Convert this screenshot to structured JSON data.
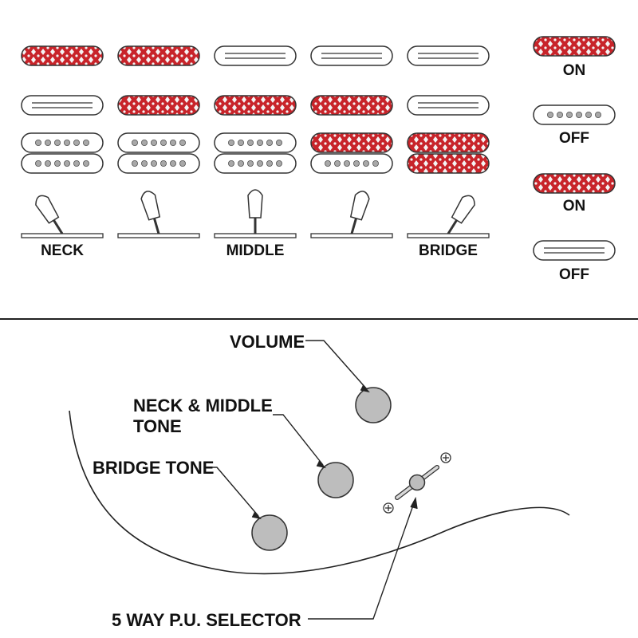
{
  "colors": {
    "on_fill": "#c8242a",
    "on_pattern": "#f4f4f4",
    "outline": "#333333",
    "knob_fill": "#bdbdbd",
    "pole_fill": "#a8a8a8",
    "line": "#222222"
  },
  "positions": [
    {
      "label": "NECK",
      "lever": "neck",
      "pickups": {
        "neck": "on",
        "middle": "off",
        "bridge": "off"
      }
    },
    {
      "label": "",
      "lever": "neck-mid",
      "pickups": {
        "neck": "on",
        "middle": "on",
        "bridge": "off"
      }
    },
    {
      "label": "MIDDLE",
      "lever": "middle",
      "pickups": {
        "neck": "off",
        "middle": "on",
        "bridge": "off"
      }
    },
    {
      "label": "",
      "lever": "mid-bridge",
      "pickups": {
        "neck": "off",
        "middle": "on",
        "bridge": "on-inner"
      }
    },
    {
      "label": "BRIDGE",
      "lever": "bridge",
      "pickups": {
        "neck": "off",
        "middle": "off",
        "bridge": "on-both"
      }
    }
  ],
  "legend": [
    {
      "type": "single-coil",
      "state": "on",
      "label": "ON"
    },
    {
      "type": "humbucker",
      "state": "off",
      "label": "OFF"
    },
    {
      "type": "humbucker",
      "state": "on",
      "label": "ON"
    },
    {
      "type": "single-coil",
      "state": "off",
      "label": "OFF"
    }
  ],
  "controls": {
    "volume_label": "VOLUME",
    "neck_middle_tone_label_line1": "NECK & MIDDLE",
    "neck_middle_tone_label_line2": "TONE",
    "bridge_tone_label": "BRIDGE TONE",
    "selector_label": "5 WAY P.U. SELECTOR"
  }
}
